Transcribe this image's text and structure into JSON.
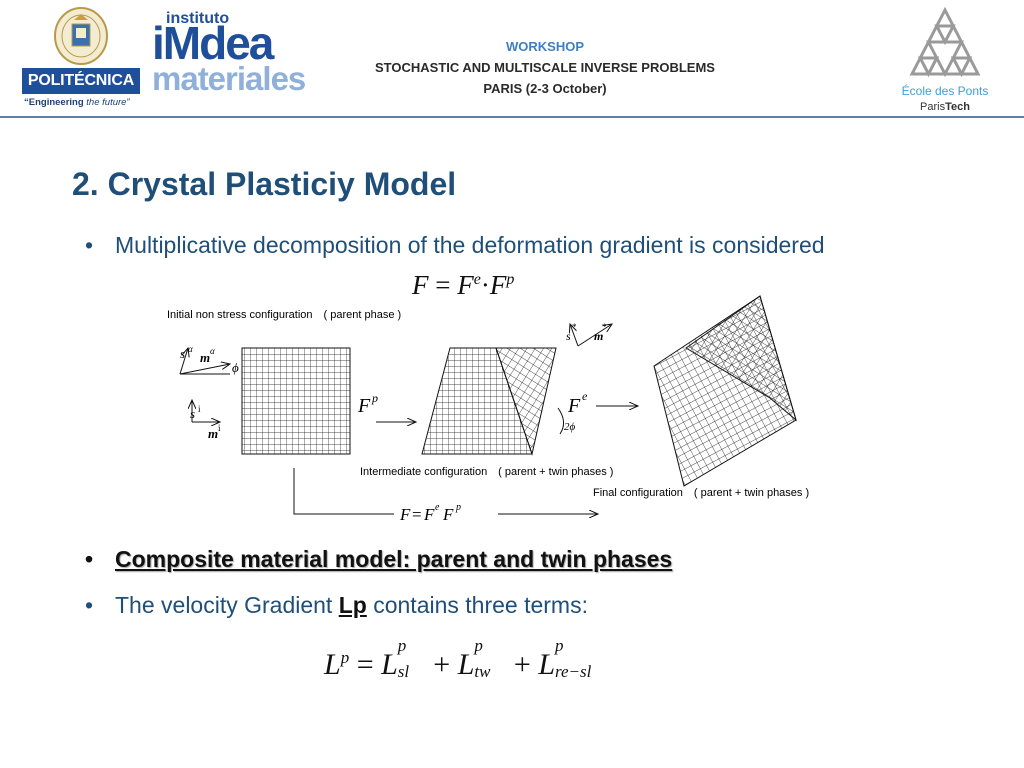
{
  "header": {
    "upm_name": "POLITÉCNICA",
    "upm_tagline_a": "“Engineering",
    "upm_tagline_b": " the future”",
    "imdea_instituto": "instituto",
    "imdea_main": "iMdea",
    "imdea_materiales": "materiales",
    "workshop_title": "WORKSHOP",
    "workshop_subtitle": "STOCHASTIC AND MULTISCALE INVERSE PROBLEMS",
    "workshop_location": "PARIS (2-3 October)",
    "ponts_name": "École des Ponts",
    "ponts_sub_a": "Paris",
    "ponts_sub_b": "Tech"
  },
  "slide": {
    "title": "2. Crystal Plasticiy Model",
    "bullet_glyph": "•",
    "bullet1": "Multiplicative decomposition of the deformation gradient is considered",
    "bullet2": "Composite material model: parent and twin phases",
    "bullet3_prefix": "The velocity Gradient ",
    "bullet3_bold": "Lp",
    "bullet3_suffix": " contains three terms:"
  },
  "equations": {
    "eq1_F": "F",
    "eq1_eq": " = ",
    "eq1_Fe": "F",
    "eq1_e": "e",
    "eq1_dot": "·",
    "eq1_Fp": "F",
    "eq1_p": "p",
    "eq3_L": "L",
    "eq3_p": "p",
    "eq3_eq": " = ",
    "eq3_plus": " + ",
    "eq3_sl": "sl",
    "eq3_tw": "tw",
    "eq3_resl": "re−sl"
  },
  "figure": {
    "label_initial": "Initial non stress configuration　( parent phase )",
    "label_intermediate": "Intermediate configuration　( parent + twin phases )",
    "label_final": "Final configuration　( parent + twin phases )",
    "sym_s": "s",
    "sym_m": "m",
    "sym_alpha": "α",
    "sym_i": "i",
    "sym_star": "*",
    "sym_phi": "ϕ",
    "sym_2phi": "2ϕ",
    "sym_F": "F",
    "sym_p": "p",
    "sym_e": "e",
    "bottom_F": "F",
    "bottom_eq": "=",
    "bottom_Fe": "F",
    "bottom_e": "e",
    "bottom_Fp": "F",
    "bottom_p": "p"
  },
  "colors": {
    "title_blue": "#1f4e79",
    "header_line": "#5b7fa6",
    "workshop_blue": "#3d7fc0"
  }
}
